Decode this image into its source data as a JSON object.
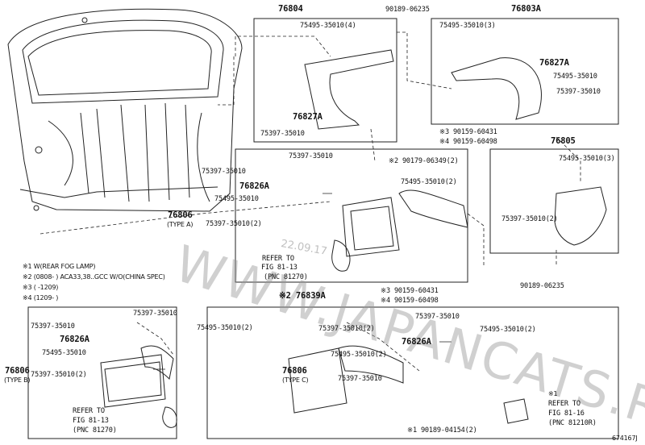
{
  "diagram_id": "674167J",
  "watermark": "WWW.JAPANCATS.RU",
  "watermark_date": "22.09.17",
  "notes": [
    "※1 W(REAR FOG LAMP)",
    "※2 (0808-      ) ACA33,38..GCC W/O(CHINA SPEC)",
    "※3 (      -1209)",
    "※4 (1209-      )"
  ],
  "group_76804": {
    "title": "76804",
    "p1": "75495-35010(4)",
    "p2": "76827A",
    "p3": "75397-35010"
  },
  "bolt_top": "90189-06235",
  "group_76803a": {
    "title": "76803A",
    "p1": "75495-35010(3)",
    "p2": "76827A",
    "p3": "75495-35010",
    "p4": "75397-35010"
  },
  "nuts_top": {
    "n3": "※3 90159-60431",
    "n4": "※4 90159-60498"
  },
  "group_76805": {
    "title": "76805",
    "p1": "75495-35010(3)",
    "p2": "75397-35010(2)",
    "bolt": "90189-06235"
  },
  "type_a": {
    "part": "76806",
    "type": "(TYPE A)",
    "p1": "75397-35010",
    "p2": "※2 90179-06349(2)",
    "p3": "75397-35010",
    "p4": "75495-35010(2)",
    "p5": "76826A",
    "p6": "75495-35010",
    "p7": "75397-35010(2)",
    "ref1": "REFER TO",
    "ref2": "FIG 81-13",
    "ref3": "(PNC 81270)"
  },
  "clip_76839a": "※2 76839A",
  "nuts_mid": {
    "n3": "※3 90159-60431",
    "n4": "※4 90159-60498"
  },
  "type_b": {
    "part": "76806",
    "type": "(TYPE B)",
    "p1": "75397-35010",
    "p2": "75397-35010",
    "p3": "75495-35010(2)",
    "p4": "76826A",
    "p5": "75495-35010",
    "p6": "75397-35010(2)",
    "ref1": "REFER TO",
    "ref2": "FIG 81-13",
    "ref3": "(PNC 81270)"
  },
  "type_c": {
    "part": "76806",
    "type": "(TYPE C)",
    "p1": "75397-35010",
    "p2": "75397-35010(2)",
    "p3": "75495-35010(2)",
    "p4": "76826A",
    "p5": "75495-35010(2)",
    "p6": "75397-35010",
    "mark": "※1",
    "ref1": "REFER TO",
    "ref2": "FIG 81-16",
    "ref3": "(PNC 81210R)",
    "screw": "※1 90189-04154(2)"
  }
}
